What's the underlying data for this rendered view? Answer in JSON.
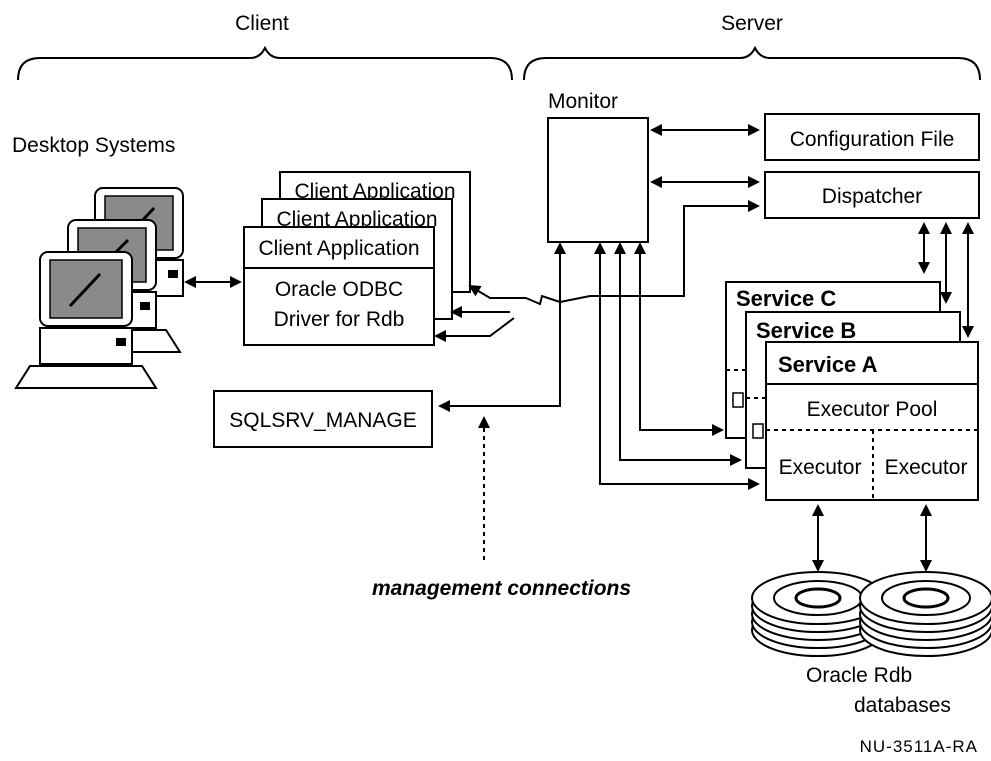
{
  "groups": {
    "client": "Client",
    "server": "Server"
  },
  "desktop": {
    "label": "Desktop Systems"
  },
  "client_app": {
    "stack_labels": [
      "Client Application",
      "Client Application",
      "Client Application"
    ],
    "driver_line1": "Oracle ODBC",
    "driver_line2": "Driver for Rdb"
  },
  "manage_tool": {
    "label": "SQLSRV_MANAGE"
  },
  "management_note": "management connections",
  "server": {
    "monitor": "Monitor",
    "config_file": "Configuration File",
    "dispatcher": "Dispatcher",
    "services": [
      "Service C",
      "Service B",
      "Service A"
    ],
    "executor_pool": "Executor Pool",
    "executors": [
      "Executor",
      "Executor"
    ]
  },
  "databases": {
    "line1": "Oracle Rdb",
    "line2": "databases"
  },
  "figure_id": "NU-3511A-RA"
}
